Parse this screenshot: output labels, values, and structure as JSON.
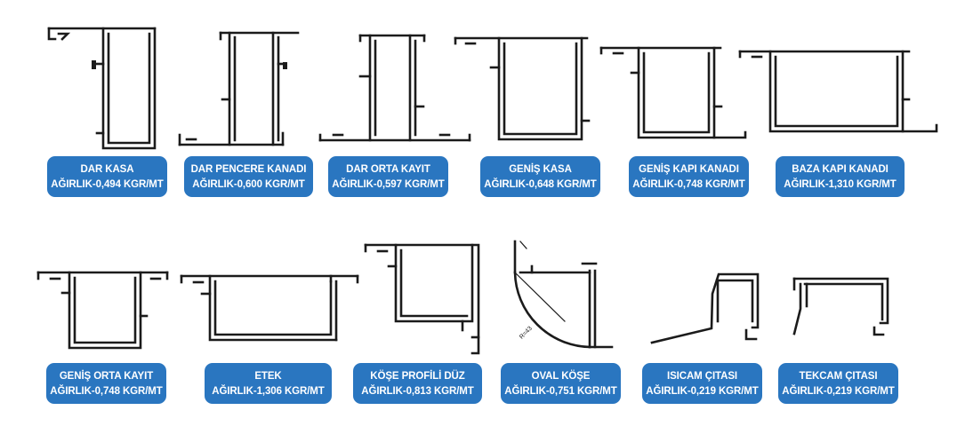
{
  "products": [
    {
      "name": "DAR KASA",
      "weight": "AĞIRLIK-0,494 KGR/MT",
      "icon": "dar-kasa-profile"
    },
    {
      "name": "DAR PENCERE KANADI",
      "weight": "AĞIRLIK-0,600 KGR/MT",
      "icon": "dar-pencere-kanadi-profile"
    },
    {
      "name": "DAR ORTA KAYIT",
      "weight": "AĞIRLIK-0,597 KGR/MT",
      "icon": "dar-orta-kayit-profile"
    },
    {
      "name": "GENİŞ KASA",
      "weight": "AĞIRLIK-0,648 KGR/MT",
      "icon": "genis-kasa-profile"
    },
    {
      "name": "GENİŞ KAPI KANADI",
      "weight": "AĞIRLIK-0,748 KGR/MT",
      "icon": "genis-kapi-kanadi-profile"
    },
    {
      "name": "BAZA KAPI KANADI",
      "weight": "AĞIRLIK-1,310 KGR/MT",
      "icon": "baza-kapi-kanadi-profile"
    },
    {
      "name": "GENİŞ ORTA KAYIT",
      "weight": "AĞIRLIK-0,748 KGR/MT",
      "icon": "genis-orta-kayit-profile"
    },
    {
      "name": "ETEK",
      "weight": "AĞIRLIK-1,306  KGR/MT",
      "icon": "etek-profile"
    },
    {
      "name": "KÖŞE PROFİLİ DÜZ",
      "weight": "AĞIRLIK-0,813 KGR/MT",
      "icon": "kose-profili-duz-profile"
    },
    {
      "name": "OVAL KÖŞE",
      "weight": "AĞIRLIK-0,751 KGR/MT",
      "icon": "oval-kose-profile"
    },
    {
      "name": "ISICAM ÇITASI",
      "weight": "AĞIRLIK-0,219 KGR/MT",
      "icon": "isicam-citasi-profile"
    },
    {
      "name": "TEKCAM ÇITASI",
      "weight": "AĞIRLIK-0,219 KGR/MT",
      "icon": "tekcam-citasi-profile"
    }
  ],
  "oval_radius_label": "R=43",
  "colors": {
    "label_bg": "#2a76c0",
    "label_text": "#ffffff",
    "profile_stroke": "#1b1b1b",
    "background": "#ffffff"
  }
}
